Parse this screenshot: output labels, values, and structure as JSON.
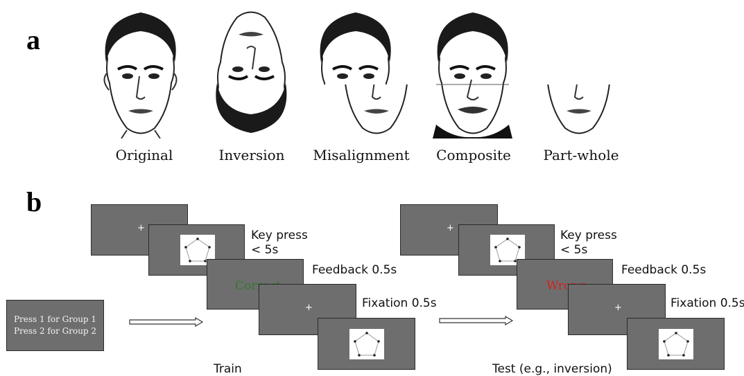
{
  "panels": {
    "a": "a",
    "b": "b"
  },
  "faces": [
    {
      "label": "Original"
    },
    {
      "label": "Inversion"
    },
    {
      "label": "Misalignment"
    },
    {
      "label": "Composite"
    },
    {
      "label": "Part-whole"
    }
  ],
  "train": {
    "key_press": "Key press",
    "key_press_limit": "< 5s",
    "feedback": "Feedback 0.5s",
    "feedback_word": "Correct",
    "fixation": "Fixation 0.5s",
    "caption": "Train"
  },
  "test": {
    "key_press": "Key press",
    "key_press_limit": "< 5s",
    "feedback": "Feedback 0.5s",
    "feedback_word": "Wrong",
    "fixation": "Fixation 0.5s",
    "caption": "Test (e.g., inversion)"
  },
  "instruction": {
    "line1": "Press 1 for Group 1",
    "line2": "Press 2 for Group 2"
  },
  "colors": {
    "screen": "#6e6e6e",
    "correct": "#2f7a2f",
    "wrong": "#d42020"
  }
}
